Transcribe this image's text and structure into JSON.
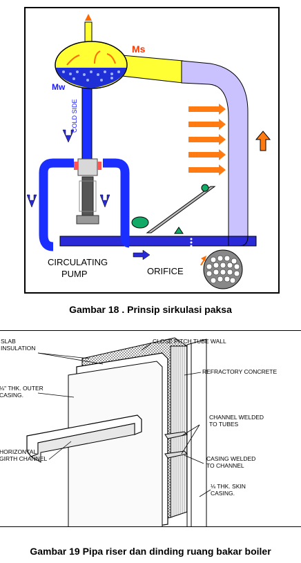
{
  "figure1": {
    "labels": {
      "ms": "Ms",
      "mw": "Mw",
      "cold_side": "COLD SIDE",
      "circulating": "CIRCULATING",
      "pump": "PUMP",
      "orifice": "ORIFICE"
    },
    "caption": "Gambar 18 .   Prinsip sirkulasi paksa",
    "colors": {
      "drum": "#ffff33",
      "downcomer": "#1a2fff",
      "riser": "#c9c2ff",
      "steam_pipe": "#ffff33",
      "heat_arrows": "#ff7a10",
      "bottom_header": "#2a2ad8"
    }
  },
  "figure2": {
    "labels": {
      "slab": "SLAB",
      "insulation": "INSULATION",
      "close_pitch": "CLOSE  PITCH  TUBE WALL",
      "refractory": "REFRACTORY  CONCRETE",
      "outer_casing_1": "⅛\" THK. OUTER",
      "outer_casing_2": "CASING.",
      "channel_welded_1": "CHANNEL  WELDED",
      "channel_welded_2": "TO TUBES",
      "horizontal_1": "HORIZONTAL",
      "horizontal_2": "GIRTH CHANNEL",
      "casing_welded_1": "CASING  WELDED",
      "casing_welded_2": "TO  CHANNEL",
      "skin_1": "⅛ THK. SKIN",
      "skin_2": "CASING."
    },
    "caption": "Gambar 19 Pipa riser dan dinding ruang bakar boiler"
  }
}
